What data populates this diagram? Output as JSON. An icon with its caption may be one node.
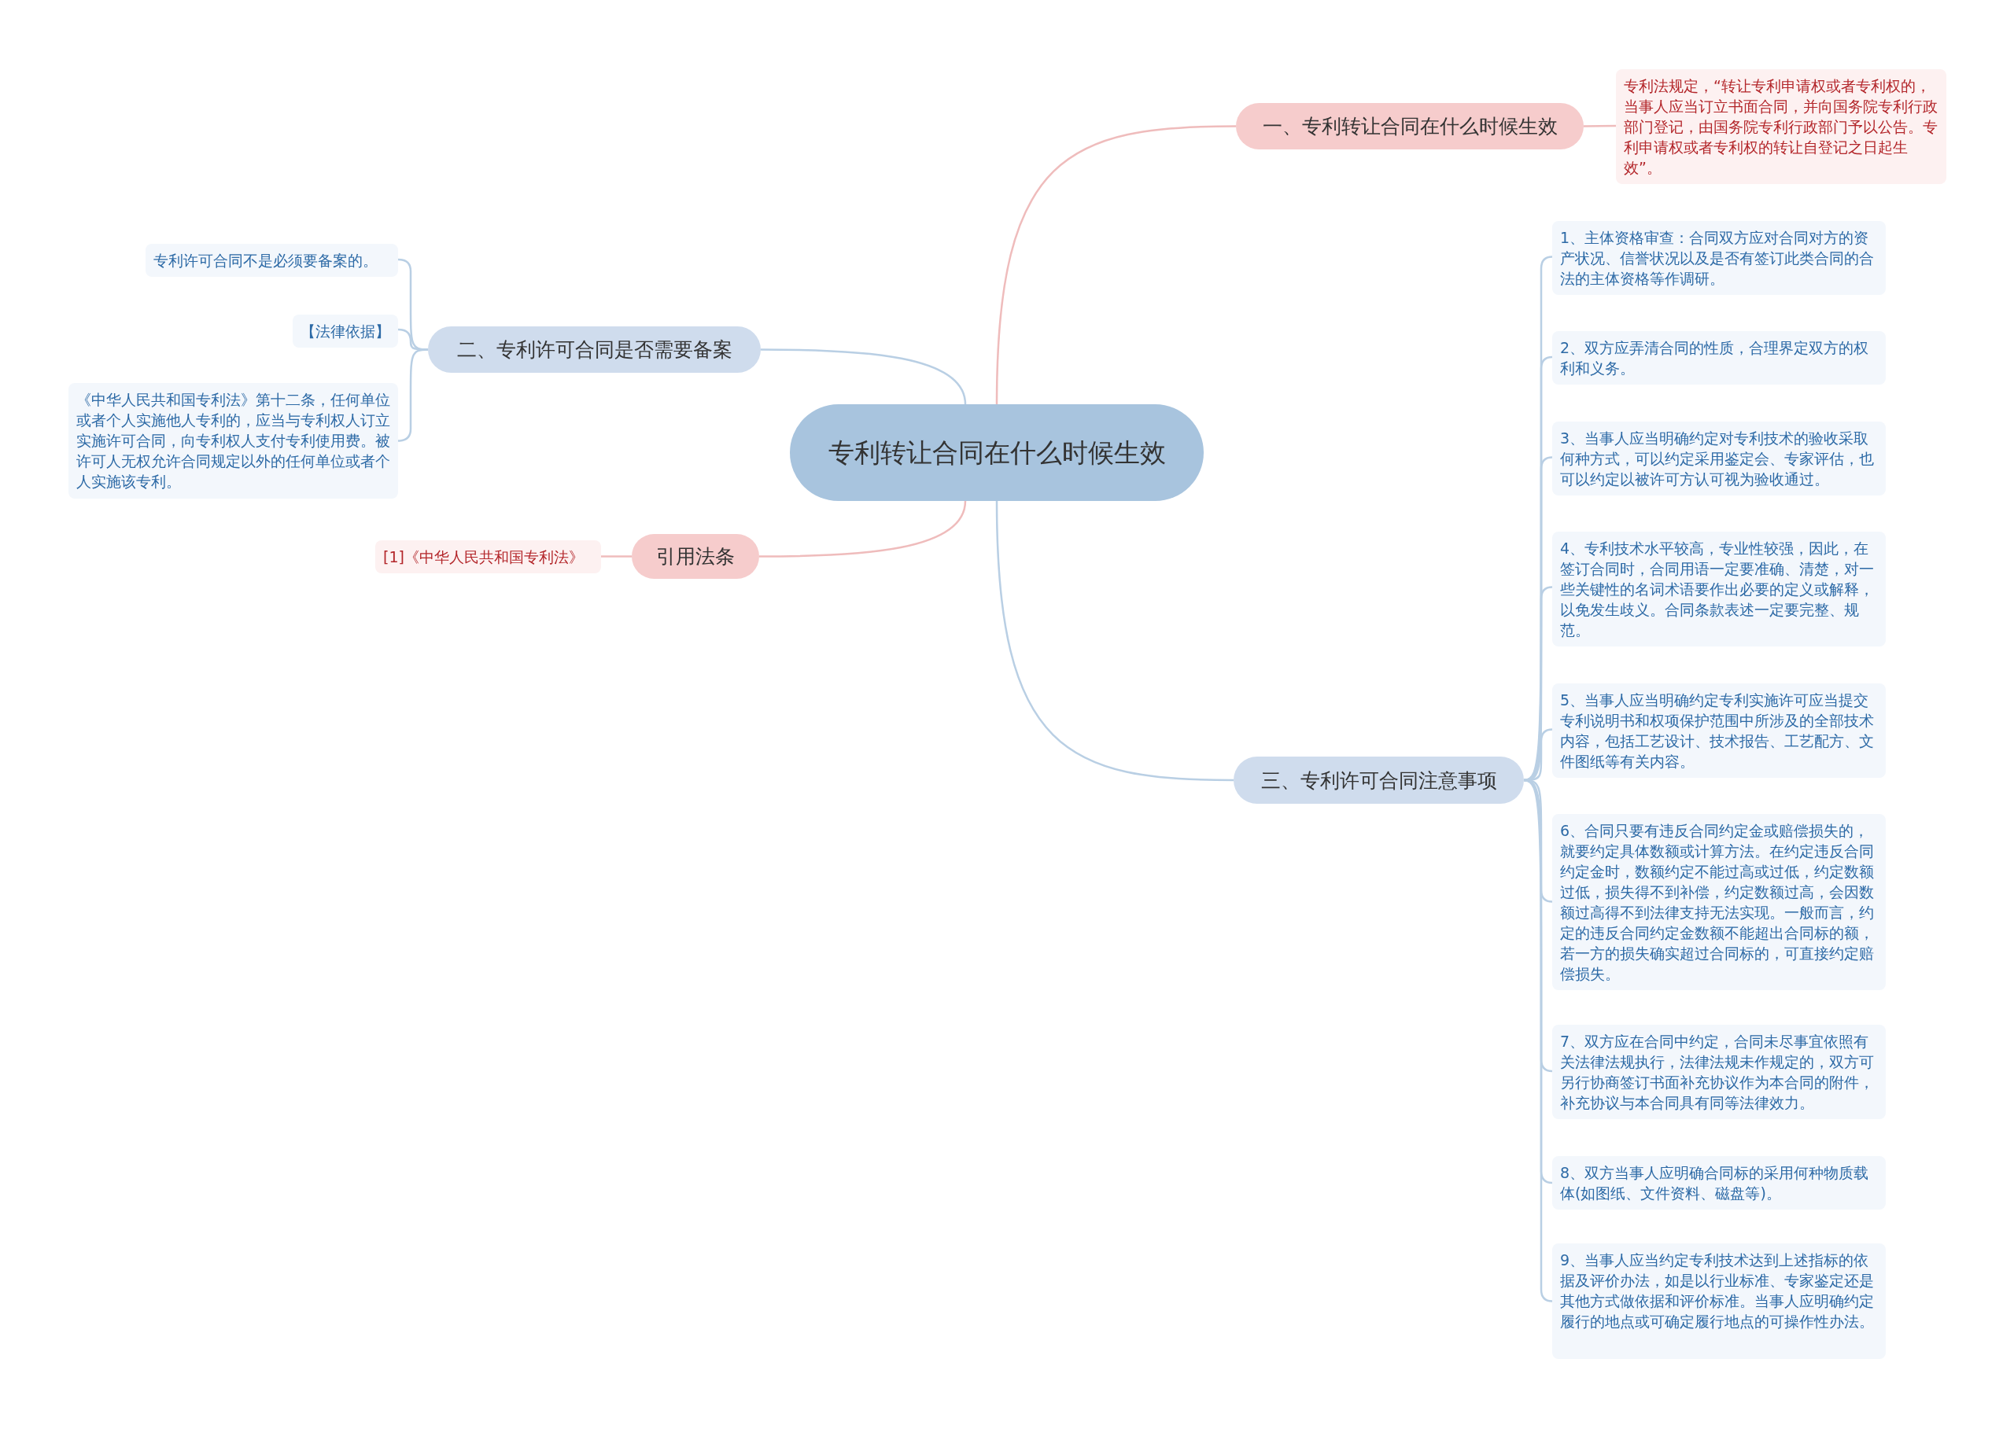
{
  "diagram": {
    "nodes": [
      {
        "text": [
          "专利转让合同在什么时候生效"
        ]
      },
      {
        "text": [
          "一、专利转让合同在什么时候生效"
        ]
      },
      {
        "text": [
          "专利法规定，“转让专利申请权或者专利权的，当事人应当订立书面合同，并向国务院专利行政部门登记，由国务院专利行政部门予以公告。专利申请权或者专利权的转让自登记之日起生效”。"
        ]
      },
      {
        "text": [
          "二、专利许可合同是否需要备案"
        ]
      },
      {
        "text": [
          "专利许可合同不是必须要备案的。"
        ]
      },
      {
        "text": [
          "【法律依据】"
        ]
      },
      {
        "text": [
          "《中华人民共和国专利法》第十二条，任何单位或者个人实施他人专利的，应当与专利权人订立实施许可合同，向专利权人支付专利使用费。被许可人无权允许合同规定以外的任何单位或者个人实施该专利。"
        ]
      },
      {
        "text": [
          "引用法条"
        ]
      },
      {
        "text": [
          "[1]《中华人民共和国专利法》"
        ]
      },
      {
        "text": [
          "三、专利许可合同注意事项"
        ]
      },
      {
        "text": [
          "1、主体资格审查：合同双方应对合同对方的资产状况、信誉状况以及是否有签订此类合同的合法的主体资格等作调研。"
        ]
      },
      {
        "text": [
          "2、双方应弄清合同的性质，合理界定双方的权利和义务。"
        ]
      },
      {
        "text": [
          "3、当事人应当明确约定对专利技术的验收采取何种方式，可以约定采用鉴定会、专家评估，也可以约定以被许可方认可视为验收通过。"
        ]
      },
      {
        "text": [
          "4、专利技术水平较高，专业性较强，因此，在签订合同时，合同用语一定要准确、清楚，对一些关键性的名词术语要作出必要的定义或解释，以免发生歧义。合同条款表述一定要完整、规范。"
        ]
      },
      {
        "text": [
          "5、当事人应当明确约定专利实施许可应当提交专利说明书和权项保护范围中所涉及的全部技术内容，包括工艺设计、技术报告、工艺配方、文件图纸等有关内容。"
        ]
      },
      {
        "text": [
          "6、合同只要有违反合同约定金或赔偿损失的，就要约定具体数额或计算方法。在约定违反合同约定金时，数额约定不能过高或过低，约定数额过低，损失得不到补偿，约定数额过高，会因数额过高得不到法律支持无法实现。一般而言，约定的违反合同约定金数额不能超出合同标的额，若一方的损失确实超过合同标的，可直接约定赔偿损失。"
        ]
      },
      {
        "text": [
          "7、双方应在合同中约定，合同未尽事宜依照有关法律法规执行，法律法规未作规定的，双方可另行协商签订书面补充协议作为本合同的附件，补充协议与本合同具有同等法律效力。"
        ]
      },
      {
        "text": [
          "8、双方当事人应明确合同标的采用何种物质载体(如图纸、文件资料、磁盘等)。"
        ]
      },
      {
        "text": [
          "9、当事人应当约定专利技术达到上述指标的依据及评价办法，如是以行业标准、专家鉴定还是其他方式做依据和评价标准。当事人应明确约定履行的地点或可确定履行地点的可操作性办法。"
        ]
      }
    ],
    "edges": [
      {
        "from": 0,
        "to": 1,
        "arrow": "none",
        "color": "#efbcbc"
      },
      {
        "from": 1,
        "to": 2,
        "arrow": "none",
        "color": "#efbcbc"
      },
      {
        "from": 0,
        "to": 3,
        "arrow": "none"
      },
      {
        "from": 3,
        "to": 4,
        "arrow": "none"
      },
      {
        "from": 3,
        "to": 5,
        "arrow": "none"
      },
      {
        "from": 3,
        "to": 6,
        "arrow": "none"
      },
      {
        "from": 0,
        "to": 7,
        "arrow": "none",
        "color": "#efbcbc"
      },
      {
        "from": 7,
        "to": 8,
        "arrow": "none",
        "color": "#efbcbc"
      },
      {
        "from": 0,
        "to": 9,
        "arrow": "none"
      },
      {
        "from": 9,
        "to": 10,
        "arrow": "none"
      },
      {
        "from": 9,
        "to": 11,
        "arrow": "none"
      },
      {
        "from": 9,
        "to": 12,
        "arrow": "none"
      },
      {
        "from": 9,
        "to": 13,
        "arrow": "none"
      },
      {
        "from": 9,
        "to": 14,
        "arrow": "none"
      },
      {
        "from": 9,
        "to": 15,
        "arrow": "none"
      },
      {
        "from": 9,
        "to": 16,
        "arrow": "none"
      },
      {
        "from": 9,
        "to": 17,
        "arrow": "none"
      },
      {
        "from": 9,
        "to": 18,
        "arrow": "none"
      }
    ]
  }
}
